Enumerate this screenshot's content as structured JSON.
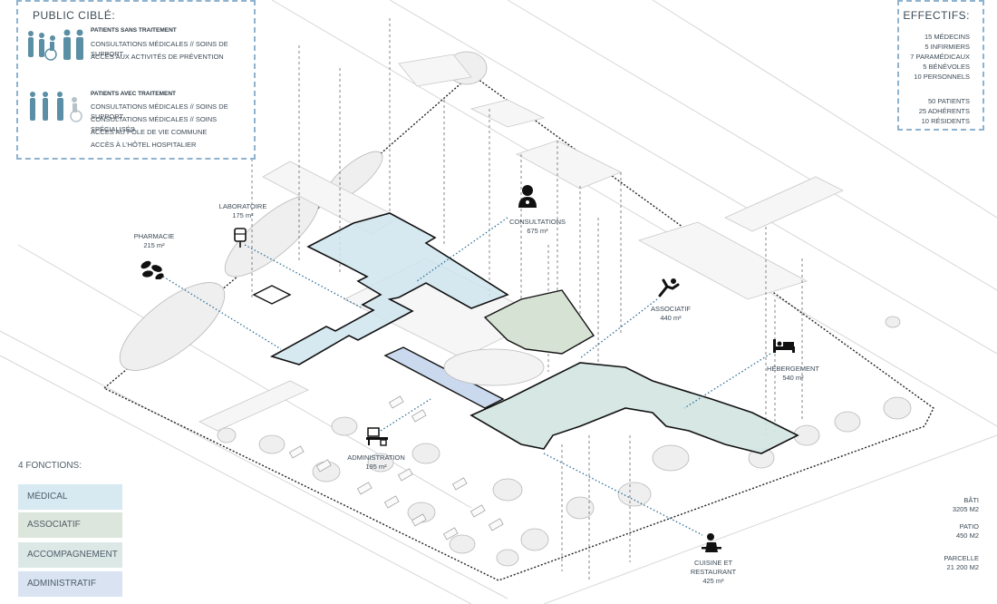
{
  "public_cible": {
    "title": "PUBLIC CIBLÉ:",
    "groups": [
      {
        "heading": "PATIENTS SANS TRAITEMENT",
        "lines": [
          "CONSULTATIONS MÉDICALES // SOINS DE SUPPORT",
          "ACCÈS AUX ACTIVITÉS DE PRÉVENTION"
        ]
      },
      {
        "heading": "PATIENTS AVEC TRAITEMENT",
        "lines": [
          "CONSULTATIONS MÉDICALES // SOINS DE SUPPORT",
          "CONSULTATIONS MÉDICALES // SOINS SPÉCIALISÉS",
          "ACCÈS AU PÔLE DE VIE COMMUNE",
          "ACCÈS À L'HÔTEL HOSPITALIER"
        ]
      }
    ]
  },
  "effectifs": {
    "title": "EFFECTIFS:",
    "staff": [
      "15 MÉDECINS",
      "5 INFIRMIERS",
      "7 PARAMÉDICAUX",
      "5 BÉNÉVOLES",
      "10 PERSONNELS"
    ],
    "people": [
      "50 PATIENTS",
      "25 ADHÉRENTS",
      "10 RÉSIDENTS"
    ]
  },
  "labels": {
    "pharmacie": {
      "name": "PHARMACIE",
      "area": "215 m²"
    },
    "laboratoire": {
      "name": "LABORATOIRE",
      "area": "175 m²"
    },
    "consultations": {
      "name": "CONSULTATIONS",
      "area": "675 m²"
    },
    "associatif": {
      "name": "ASSOCIATIF",
      "area": "440 m²"
    },
    "hebergement": {
      "name": "HÉBERGEMENT",
      "area": "540 m²"
    },
    "administration": {
      "name": "ADMINISTRATION",
      "area": "195 m²"
    },
    "cuisine": {
      "name1": "CUISINE ET",
      "name2": "RESTAURANT",
      "area": "425 m²"
    }
  },
  "fonctions": {
    "title": "4 FONCTIONS:",
    "items": [
      {
        "label": "MÉDICAL",
        "color": "#d7e9f1"
      },
      {
        "label": "ASSOCIATIF",
        "color": "#dde6dc"
      },
      {
        "label": "ACCOMPAGNEMENT",
        "color": "#dce8e6"
      },
      {
        "label": "ADMINISTRATIF",
        "color": "#d9e3f1"
      }
    ]
  },
  "surfaces": [
    {
      "label": "BÂTI",
      "value": "3205 M2"
    },
    {
      "label": "PATIO",
      "value": "450 M2"
    },
    {
      "label": "PARCELLE",
      "value": "21 200 M2"
    }
  ],
  "colors": {
    "medical": "#cfe5ee",
    "associatif": "#d6e2d3",
    "accompagnement": "#d2e4e1",
    "administratif": "#cbd9ee",
    "dotline": "#2f6f96",
    "panel_border": "#8fb3cf"
  }
}
